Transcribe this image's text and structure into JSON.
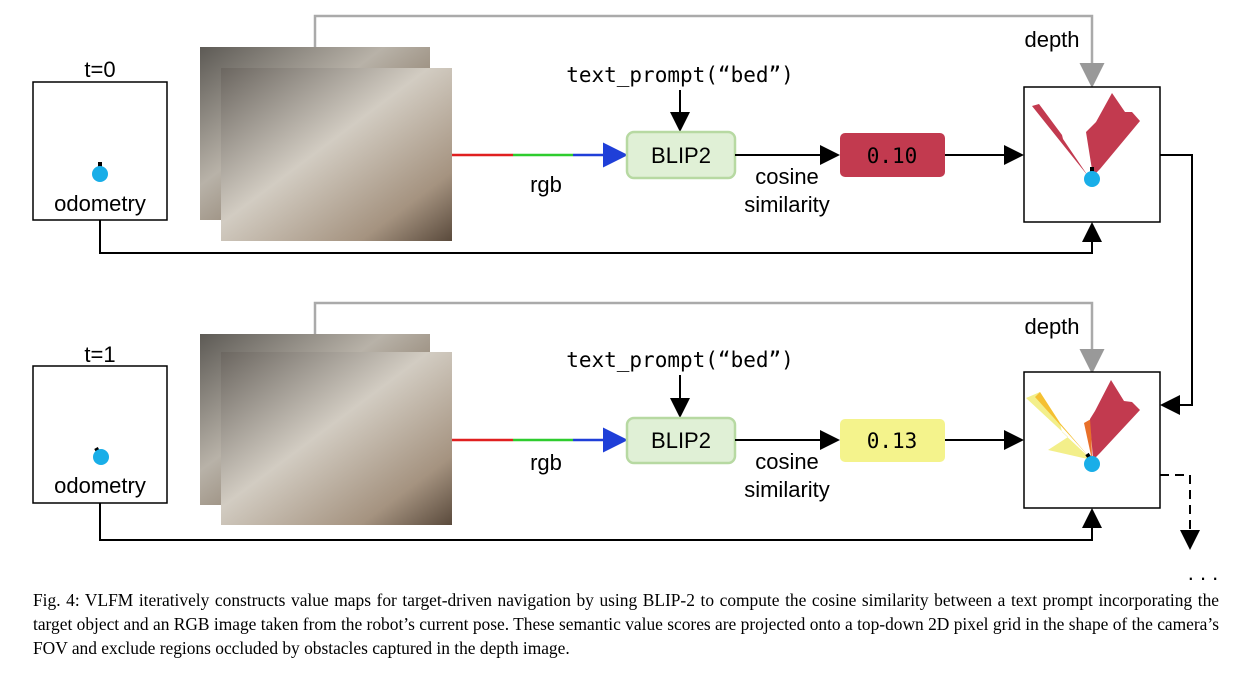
{
  "rows": [
    {
      "time_label": "t=0",
      "odometry_label": "odometry",
      "rgb_label": "rgb",
      "prompt": "text_prompt(“bed”)",
      "model_label": "BLIP2",
      "similarity_line1": "cosine",
      "similarity_line2": "similarity",
      "score": "0.10",
      "score_color": "#c23a4f",
      "depth_label": "depth"
    },
    {
      "time_label": "t=1",
      "odometry_label": "odometry",
      "rgb_label": "rgb",
      "prompt": "text_prompt(“bed”)",
      "model_label": "BLIP2",
      "similarity_line1": "cosine",
      "similarity_line2": "similarity",
      "score": "0.13",
      "score_color": "#f4f38c",
      "depth_label": "depth"
    }
  ],
  "continuation": ". . .",
  "caption": "Fig. 4: VLFM iteratively constructs value maps for target-driven navigation by using BLIP-2 to compute the cosine similarity between a text prompt incorporating the target object and an RGB image taken from the robot’s current pose. These semantic value scores are projected onto a top-down 2D pixel grid in the shape of the camera’s FOV and exclude regions occluded by obstacles captured in the depth image."
}
